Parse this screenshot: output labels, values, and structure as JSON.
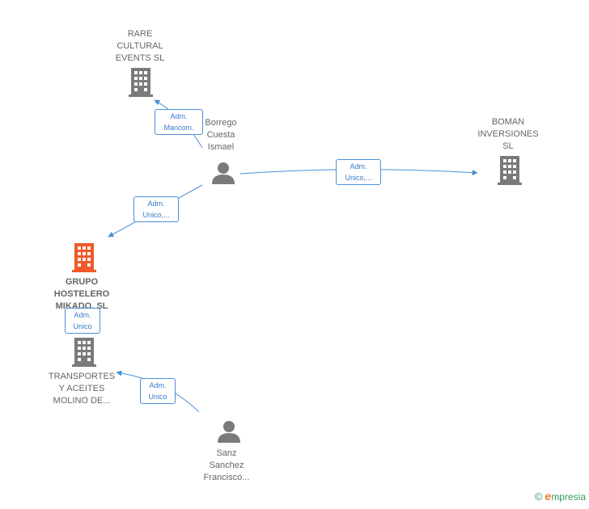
{
  "nodes": {
    "rare_cultural": {
      "label": "RARE\nCULTURAL\nEVENTS SL",
      "type": "company"
    },
    "borrego": {
      "label": "Borrego\nCuesta\nIsmael",
      "type": "person"
    },
    "boman": {
      "label": "BOMAN\nINVERSIONES\nSL",
      "type": "company"
    },
    "grupo_hostelero": {
      "label": "GRUPO\nHOSTELERO\nMIKADO, SL",
      "type": "company-highlight"
    },
    "transportes": {
      "label": "TRANSPORTES\nY ACEITES\nMOLINO DE...",
      "type": "company"
    },
    "sanz": {
      "label": "Sanz\nSanchez\nFrancisco...",
      "type": "person"
    }
  },
  "edges": {
    "borrego_rare": {
      "label_l1": "Adm.",
      "label_l2": "Mancom."
    },
    "borrego_boman": {
      "label_l1": "Adm.",
      "label_l2": "Unico,..."
    },
    "borrego_grupo": {
      "label_l1": "Adm.",
      "label_l2": "Unico,..."
    },
    "grupo_transportes": {
      "label_l1": "Adm.",
      "label_l2": "Unico"
    },
    "sanz_transportes": {
      "label_l1": "Adm.",
      "label_l2": "Unico"
    }
  },
  "colors": {
    "company_icon": "#7a7a7a",
    "highlight_icon": "#f05a2a",
    "person_icon": "#7a7a7a",
    "edge": "#4a90d9"
  },
  "footer": {
    "copyright": "©",
    "brand_first": "e",
    "brand_rest": "mpresia"
  }
}
